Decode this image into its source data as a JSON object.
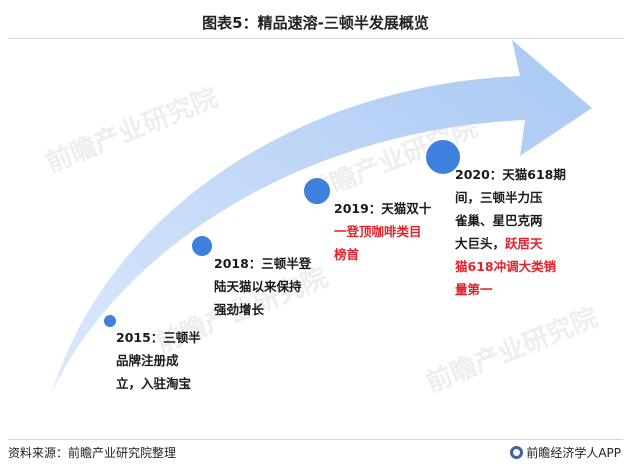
{
  "title": "图表5：精品速溶-三顿半发展概览",
  "watermark": "前瞻产业研究院",
  "colors": {
    "arrow": "#a9c8f3",
    "node": "#3f7fde",
    "highlight": "#e8202a"
  },
  "milestones": [
    {
      "lines": [
        "2015：三顿半",
        "品牌注册成",
        "立，入驻淘宝"
      ],
      "highlight": ""
    },
    {
      "lines": [
        "2018：三顿半登",
        "陆天猫以来保持",
        "强劲增长"
      ],
      "highlight": ""
    },
    {
      "lines": [
        "2019：天猫双十"
      ],
      "highlight_lines": [
        "一登顶咖啡类目",
        "榜首"
      ]
    },
    {
      "lines": [
        "2020：天猫618期",
        "间，三顿半力压",
        "雀巢、星巴克两"
      ],
      "mixed_line": {
        "normal": "大巨头，",
        "red": "跃居天"
      },
      "highlight_lines": [
        "猫618冲调大类销",
        "量第一"
      ]
    }
  ],
  "footer": {
    "source": "资料来源：前瞻产业研究院整理",
    "brand": "前瞻经济学人APP"
  }
}
